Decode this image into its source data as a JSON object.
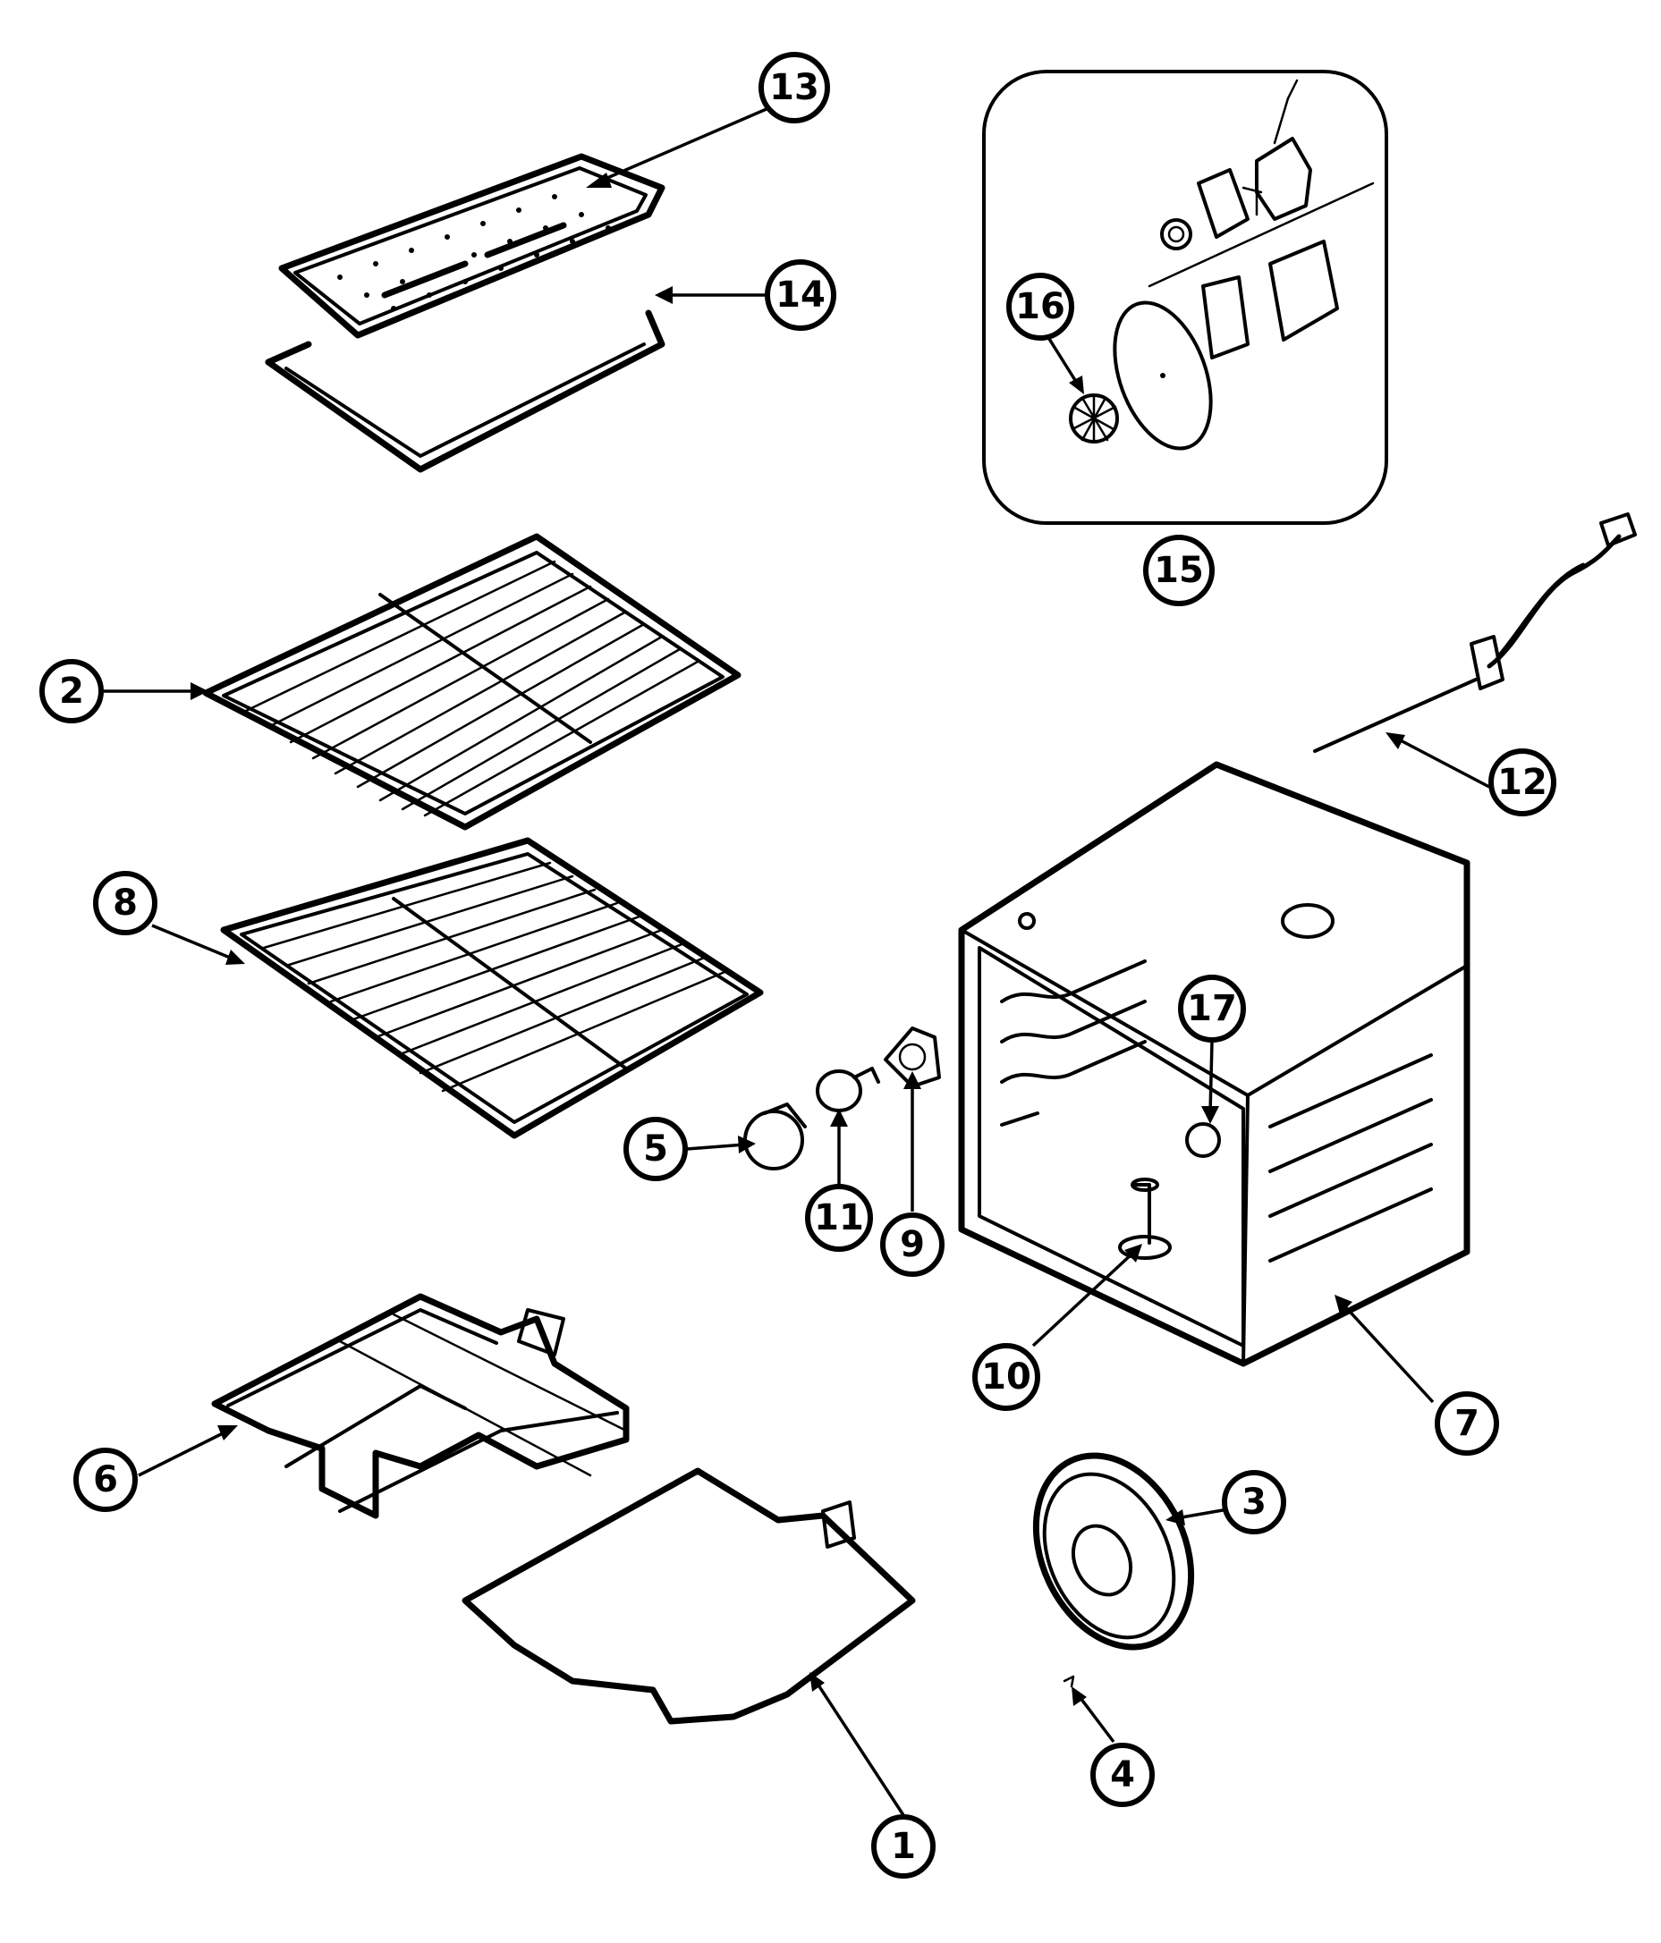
{
  "diagram": {
    "type": "exploded-parts-view",
    "callouts": [
      {
        "id": "c1",
        "label": "1"
      },
      {
        "id": "c2",
        "label": "2"
      },
      {
        "id": "c3",
        "label": "3"
      },
      {
        "id": "c4",
        "label": "4"
      },
      {
        "id": "c5",
        "label": "5"
      },
      {
        "id": "c6",
        "label": "6"
      },
      {
        "id": "c7",
        "label": "7"
      },
      {
        "id": "c8",
        "label": "8"
      },
      {
        "id": "c9",
        "label": "9"
      },
      {
        "id": "c10",
        "label": "10"
      },
      {
        "id": "c11",
        "label": "11"
      },
      {
        "id": "c12",
        "label": "12"
      },
      {
        "id": "c13",
        "label": "13"
      },
      {
        "id": "c14",
        "label": "14"
      },
      {
        "id": "c15",
        "label": "15"
      },
      {
        "id": "c16",
        "label": "16"
      },
      {
        "id": "c17",
        "label": "17"
      }
    ]
  }
}
